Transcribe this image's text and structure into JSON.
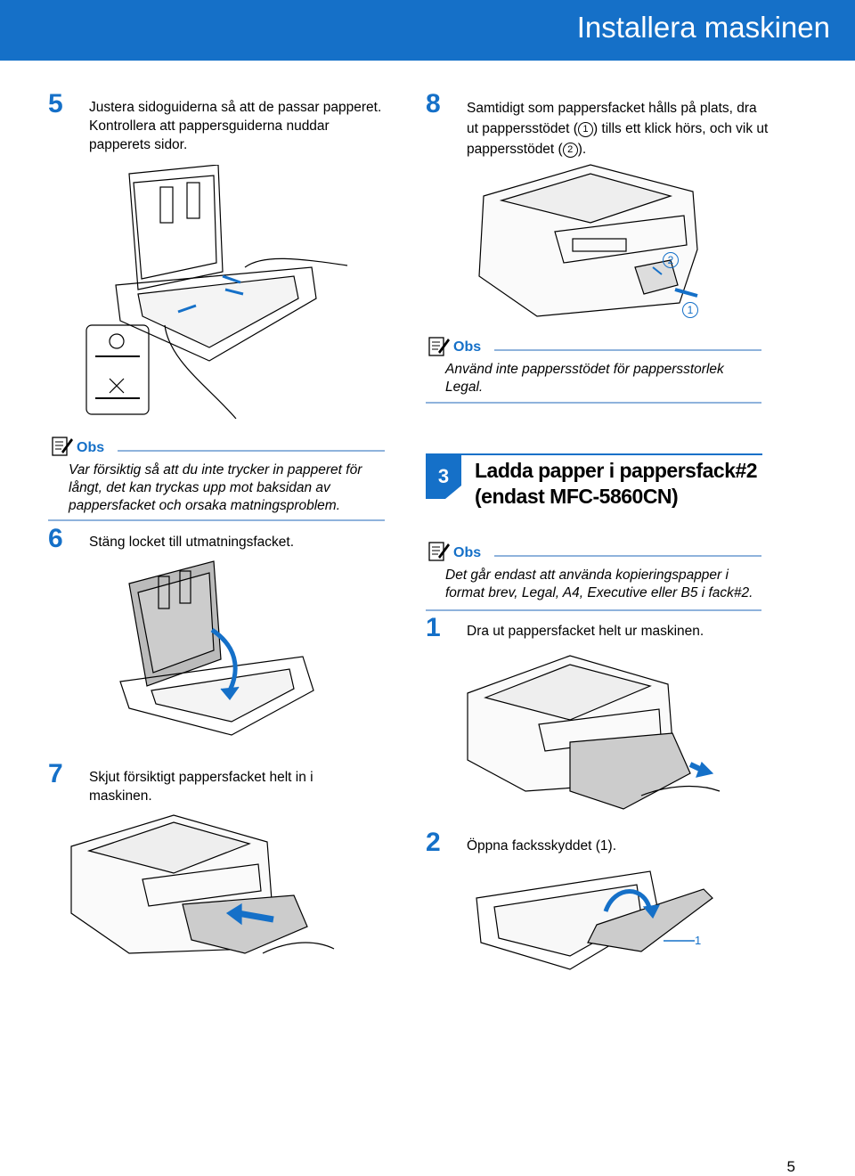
{
  "header": {
    "title": "Installera maskinen"
  },
  "page_number": "5",
  "step5": {
    "num": "5",
    "text": "Justera sidoguiderna så att de passar papperet. Kontrollera att pappersguiderna nuddar papperets sidor."
  },
  "step8": {
    "num": "8",
    "text_a": "Samtidigt som pappersfacket hålls på plats, dra ut pappersstödet (",
    "callout_1": "1",
    "text_b": ") tills ett klick hörs, och vik ut pappersstödet (",
    "callout_2": "2",
    "text_c": ")."
  },
  "note_top_right": {
    "label": "Obs",
    "text": "Använd inte pappersstödet för pappersstorlek Legal."
  },
  "note_left": {
    "label": "Obs",
    "text": "Var försiktig så att du inte trycker in papperet för långt, det kan tryckas upp mot baksidan av pappersfacket och orsaka matningsproblem."
  },
  "step6": {
    "num": "6",
    "text": "Stäng locket till utmatningsfacket."
  },
  "step7": {
    "num": "7",
    "text": "Skjut försiktigt pappersfacket helt in i maskinen."
  },
  "section3": {
    "num": "3",
    "title_line1": "Ladda papper i pappersfack#2",
    "title_line2": "(endast MFC-5860CN)"
  },
  "note_section": {
    "label": "Obs",
    "text": "Det går endast att använda kopieringspapper i format brev, Legal, A4, Executive eller B5 i fack#2."
  },
  "step1": {
    "num": "1",
    "text": "Dra ut pappersfacket helt ur maskinen."
  },
  "step2": {
    "num": "2",
    "text": "Öppna facksskyddet (1)."
  },
  "illustration_labels": {
    "printer_callout_1": "1",
    "printer_callout_2": "2",
    "tray_cover_callout": "1"
  },
  "colors": {
    "brand_blue": "#1570c8",
    "rule_blue": "#8fb3dc"
  }
}
